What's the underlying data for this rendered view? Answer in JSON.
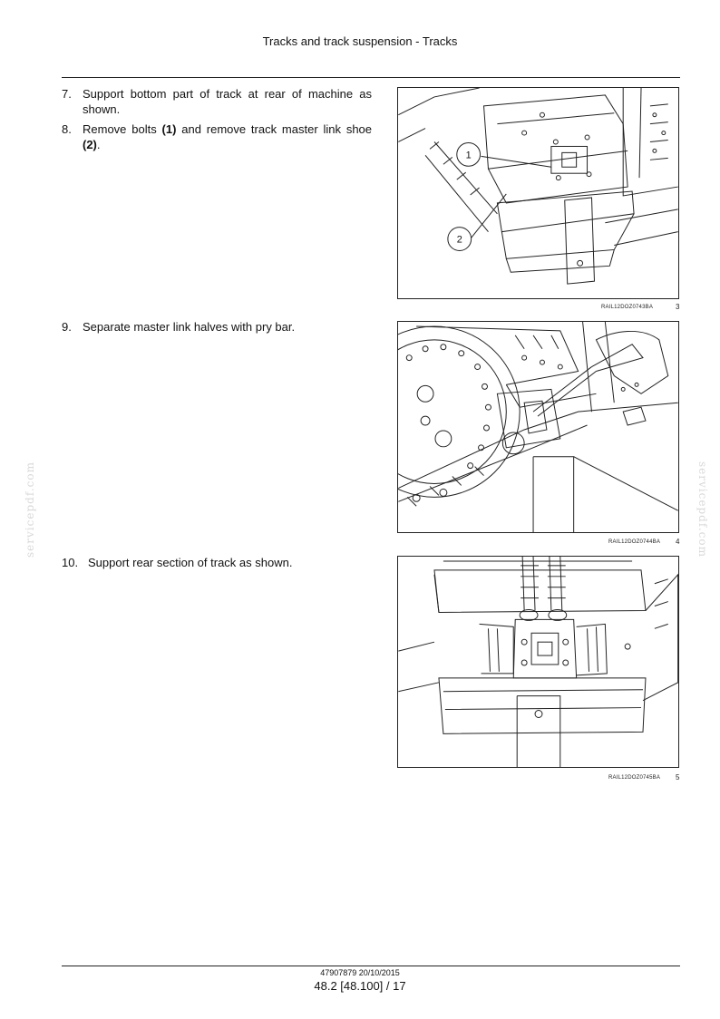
{
  "header": {
    "title": "Tracks and track suspension - Tracks"
  },
  "steps": [
    {
      "num": "7.",
      "text_html": "Support bottom part of track at rear of machine as shown."
    },
    {
      "num": "8.",
      "text_html": "Remove bolts <b>(1)</b> and remove track master link shoe <b>(2)</b>."
    },
    {
      "num": "9.",
      "text_html": "Separate master link halves with pry bar."
    },
    {
      "num": "10.",
      "text_html": "Support rear section of track as shown."
    }
  ],
  "figures": [
    {
      "code": "RAIL12DOZ0743BA",
      "number": "3",
      "callouts": [
        "1",
        "2"
      ]
    },
    {
      "code": "RAIL12DOZ0744BA",
      "number": "4"
    },
    {
      "code": "RAIL12DOZ0745BA",
      "number": "5"
    }
  ],
  "watermark": {
    "text": "servicepdf.com"
  },
  "footer": {
    "doc_ref": "47907879 20/10/2015",
    "page_ref": "48.2 [48.100] / 17"
  }
}
